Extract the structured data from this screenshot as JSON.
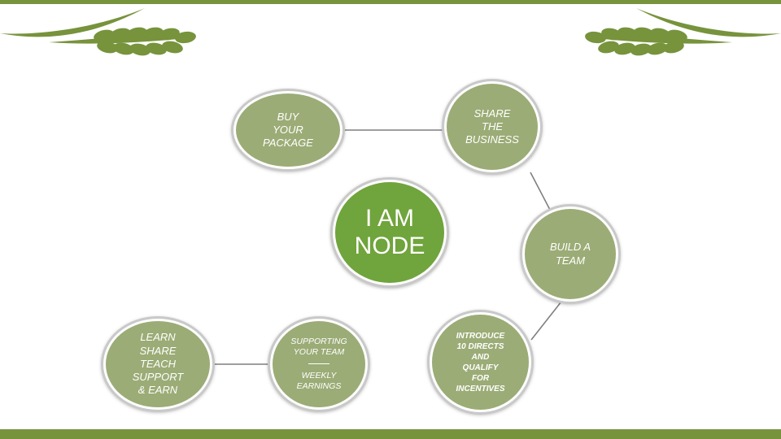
{
  "nodes": {
    "center": "I AM\nNODE",
    "buy_package": "BUY\nYOUR\nPACKAGE",
    "share_business": "SHARE\nTHE\nBUSINESS",
    "build_team": "BUILD A\nTEAM",
    "introduce": "INTRODUCE\n10 DIRECTS\nAND\nQUALIFY\nFOR\nINCENTIVES",
    "supporting_team": "SUPPORTING\nYOUR TEAM",
    "weekly_earnings": "WEEKLY\nEARNINGS",
    "learn": "LEARN\nSHARE\nTEACH\nSUPPORT\n& EARN"
  },
  "colors": {
    "accent": "#77933c",
    "node_fill": "#9bac76",
    "center_fill": "#70a43c",
    "ring": "#c9c9c9",
    "connector": "#7f7f7f"
  }
}
